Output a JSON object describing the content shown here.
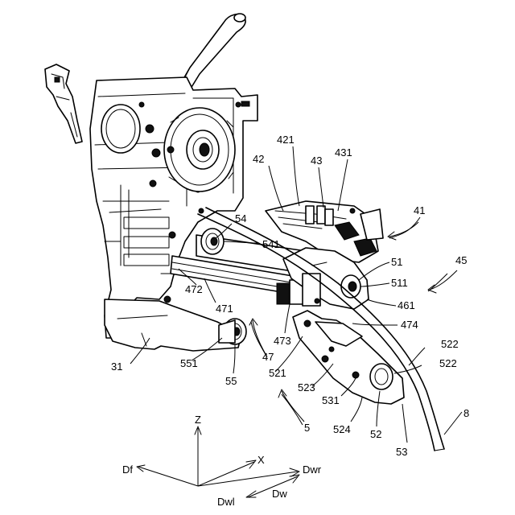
{
  "labels": {
    "l42": "42",
    "l421": "421",
    "l43": "43",
    "l431": "431",
    "l41": "41",
    "l54": "54",
    "l541": "541",
    "l51": "51",
    "l45": "45",
    "l511": "511",
    "l472": "472",
    "l471": "471",
    "l461": "461",
    "l473": "473",
    "l474": "474",
    "l522a": "522",
    "l522b": "522",
    "l31": "31",
    "l551": "551",
    "l47": "47",
    "l521": "521",
    "l55": "55",
    "l523": "523",
    "l531": "531",
    "l8": "8",
    "l5": "5",
    "l524": "524",
    "l52": "52",
    "l53": "53"
  },
  "axes": {
    "z": "Z",
    "x": "X",
    "df": "Df",
    "dwr": "Dwr",
    "dw": "Dw",
    "dwl": "Dwl"
  }
}
